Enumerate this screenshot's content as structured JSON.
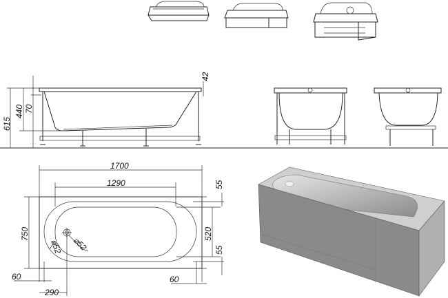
{
  "side_view": {
    "overall_height": "615",
    "depth": "440",
    "rim_to_top": "70",
    "rim_thickness": "42"
  },
  "plan_view": {
    "length": "1700",
    "inner_length": "1290",
    "width": "750",
    "inner_width": "520",
    "margin_top": "55",
    "margin_bottom": "55",
    "drain_diameter": "⌀52",
    "overflow_diameter": "⌀52",
    "left_offset": "60",
    "right_offset": "60",
    "drain_offset": "290"
  },
  "colors": {
    "line": "#222222",
    "panel": "#8a8a8a",
    "tub": "#b5b5b5"
  }
}
